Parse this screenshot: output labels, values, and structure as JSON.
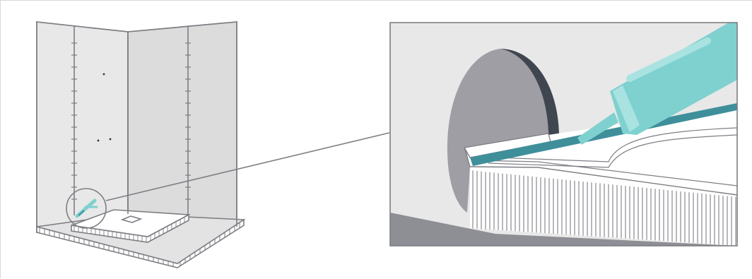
{
  "illustration": {
    "subject": "shower-enclosure-sealing-instruction",
    "panels": [
      "overview",
      "detail"
    ],
    "colors": {
      "background": "#ffffff",
      "outline": "#7d7e84",
      "wall": "#e8e8e8",
      "wall_shade": "#dcdcdc",
      "tray_top": "#ffffff",
      "floor": "#8e8f95",
      "hole_face": "#a09ea5",
      "hole_edge": "#40464f",
      "sealant": "#3f8f9b",
      "cartridge": "#7fd1cf",
      "cartridge_light": "#a9e3e1"
    },
    "icons": [
      "sealant-gun-icon",
      "magnifier-circle-icon"
    ]
  }
}
